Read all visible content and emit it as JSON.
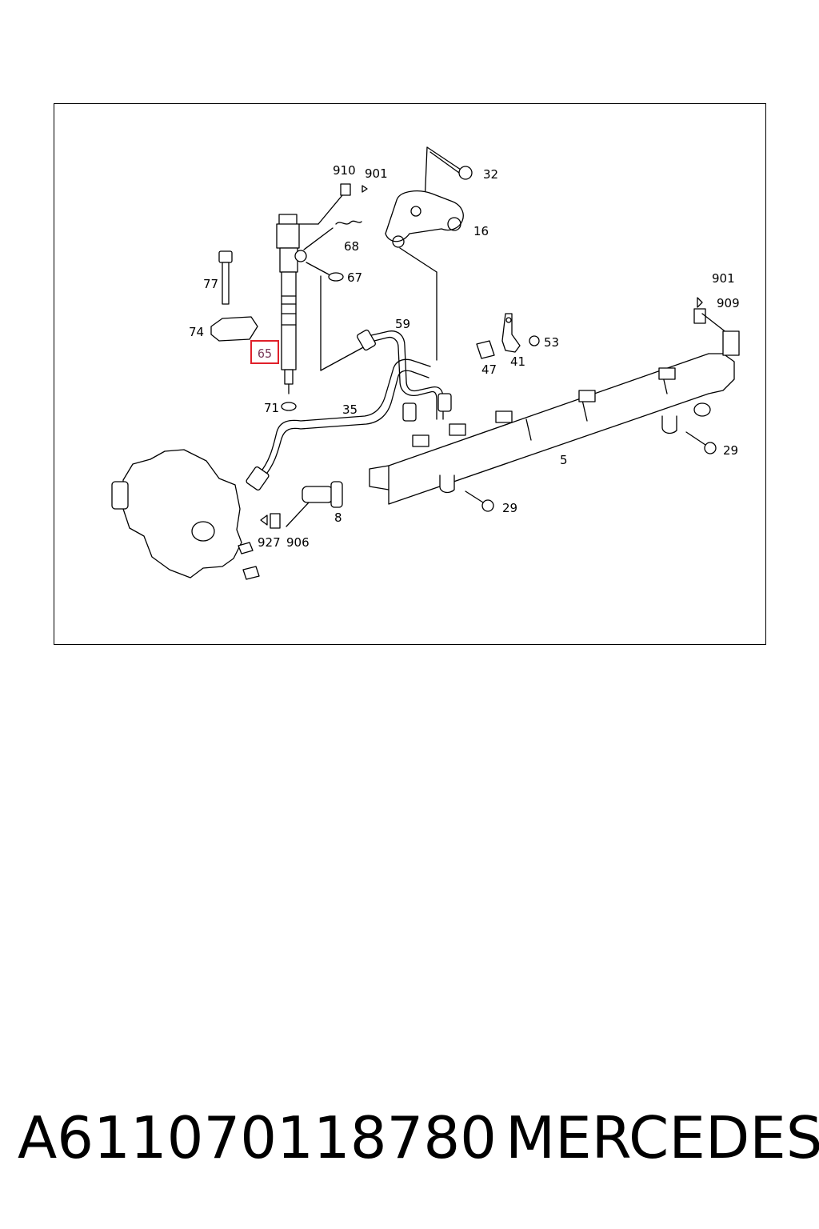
{
  "diagram": {
    "callouts": {
      "c910": "910",
      "c901a": "901",
      "c32": "32",
      "c16": "16",
      "c68": "68",
      "c67": "67",
      "c77": "77",
      "c74": "74",
      "c65": "65",
      "c59": "59",
      "c901b": "901",
      "c909": "909",
      "c53": "53",
      "c47": "47",
      "c41": "41",
      "c71": "71",
      "c35": "35",
      "c5": "5",
      "c29a": "29",
      "c29b": "29",
      "c8": "8",
      "c927": "927",
      "c906": "906"
    },
    "highlight_color": "#e0202a"
  },
  "caption": {
    "part_number": "A611070118780",
    "brand": "MERCEDES"
  }
}
